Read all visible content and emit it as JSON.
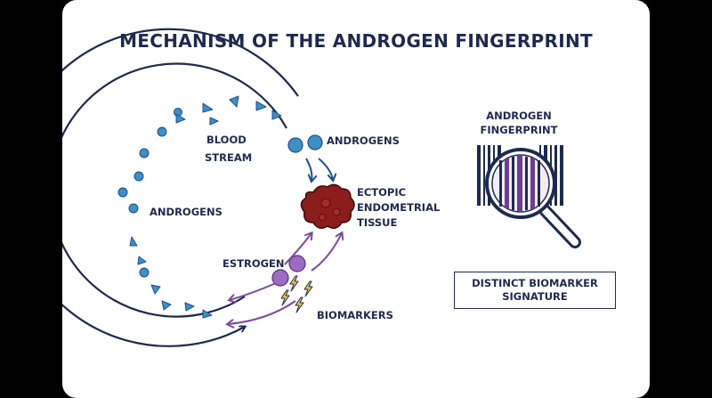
{
  "title": "MECHANISM OF THE ANDROGEN FINGERPRINT",
  "labels": {
    "blood_stream_1": "BLOOD",
    "blood_stream_2": "STREAM",
    "androgens_top": "ANDROGENS",
    "androgens_left": "ANDROGENS",
    "ectopic_1": "ECTOPIC",
    "ectopic_2": "ENDOMETRIAL",
    "ectopic_3": "TISSUE",
    "estrogen": "ESTROGEN",
    "biomarkers": "BIOMARKERS",
    "fingerprint_1": "ANDROGEN",
    "fingerprint_2": "FINGERPRINT"
  },
  "signature_box": {
    "line1": "DISTINCT BIOMARKER",
    "line2": "SIGNATURE"
  },
  "colors": {
    "navy": "#1e2a4d",
    "blue": "#3d8fc4",
    "purple": "#7b4a9e",
    "tissue": "#8b1d1d",
    "bolt": "#f2c94c"
  },
  "icons": [
    "magnifying-glass-icon",
    "barcode-icon",
    "lightning-bolt-icon",
    "tissue-cluster-icon"
  ]
}
